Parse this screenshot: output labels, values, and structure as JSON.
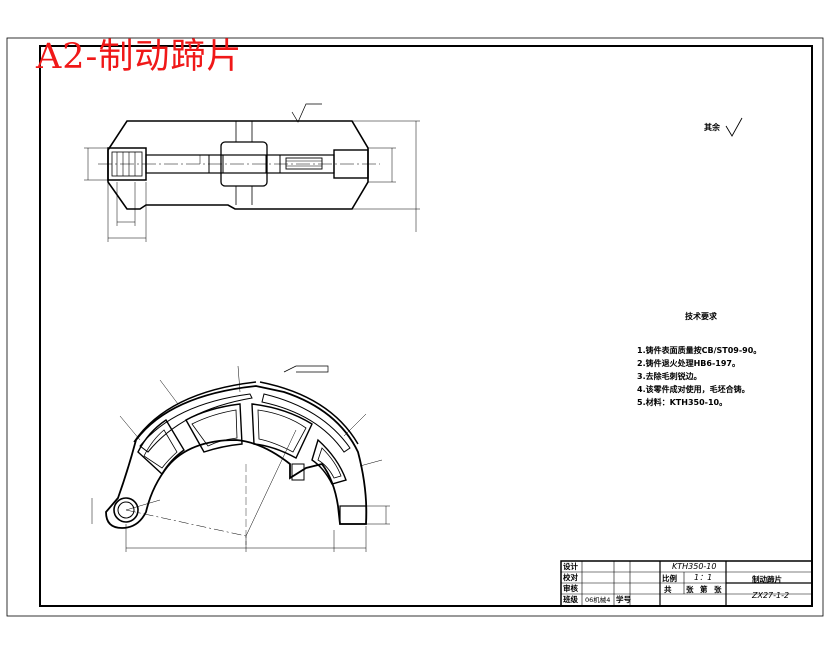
{
  "page": {
    "title": "A2-制动蹄片"
  },
  "surface_finish": {
    "label": "其余"
  },
  "technical_requirements": {
    "title": "技术要求",
    "items": [
      "1.铸件表面质量按CB/ST09-90。",
      "2.铸件退火处理HB6-197。",
      "3.去除毛刺锐边。",
      "4.该零件成对使用，毛坯合铸。",
      "5.材料：KTH350-10。"
    ]
  },
  "title_block": {
    "material": "KTH350-10",
    "scale_label": "比例",
    "scale_value": "1：1",
    "part_name": "制动蹄片",
    "drawing_number": "ZX27-1-2",
    "design_label": "设计",
    "draw_label": "校对",
    "check_label": "审核",
    "class_label": "班级",
    "class_value": "06机械4",
    "student_label": "学号",
    "sheets_label": "共",
    "sheets_label2": "张",
    "sheet_label": "第",
    "sheet_label2": "张"
  },
  "colors": {
    "title": "#f01818",
    "line": "#000000"
  }
}
